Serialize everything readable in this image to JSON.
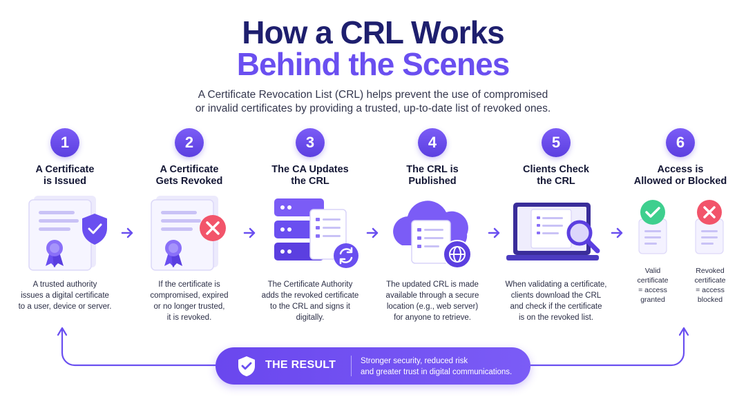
{
  "title_line1": "How a CRL Works",
  "title_line2": "Behind the Scenes",
  "subtitle": [
    "A Certificate Revocation List (CRL) helps prevent the use of compromised",
    "or invalid certificates by providing a trusted, up-to-date list of revoked ones."
  ],
  "steps": [
    {
      "number": "1",
      "title": [
        "A Certificate",
        "is Issued"
      ],
      "description": [
        "A trusted authority",
        "issues a digital certificate",
        "to a user, device or server."
      ],
      "icon": "certificate-shield-icon"
    },
    {
      "number": "2",
      "title": [
        "A Certificate",
        "Gets Revoked"
      ],
      "description": [
        "If the certificate is",
        "compromised, expired",
        "or no longer trusted,",
        "it is revoked."
      ],
      "icon": "certificate-revoked-icon"
    },
    {
      "number": "3",
      "title": [
        "The CA Updates",
        "the CRL"
      ],
      "description": [
        "The Certificate Authority",
        "adds the revoked certificate",
        "to the CRL and signs it",
        "digitally."
      ],
      "icon": "server-update-icon"
    },
    {
      "number": "4",
      "title": [
        "The CRL is",
        "Published"
      ],
      "description": [
        "The updated CRL is made",
        "available through a secure",
        "location (e.g., web server)",
        "for anyone to retrieve."
      ],
      "icon": "cloud-globe-icon"
    },
    {
      "number": "5",
      "title": [
        "Clients Check",
        "the CRL"
      ],
      "description": [
        "When validating a certificate,",
        "clients download the CRL",
        "and check if the certificate",
        "is on the revoked list."
      ],
      "icon": "laptop-search-icon"
    },
    {
      "number": "6",
      "title": [
        "Access is",
        "Allowed or Blocked"
      ],
      "icon": "access-result-icon"
    }
  ],
  "valid": [
    "Valid",
    "certificate",
    "= access granted"
  ],
  "revoked": [
    "Revoked",
    "certificate",
    "= access blocked"
  ],
  "result": {
    "title": "THE RESULT",
    "description": [
      "Stronger security, reduced risk",
      "and greater trust in digital communications."
    ]
  },
  "colors": {
    "accent": "#6a4ff0",
    "navy": "#1e1f6e",
    "green": "#3ecf8e",
    "red": "#f2546a"
  }
}
